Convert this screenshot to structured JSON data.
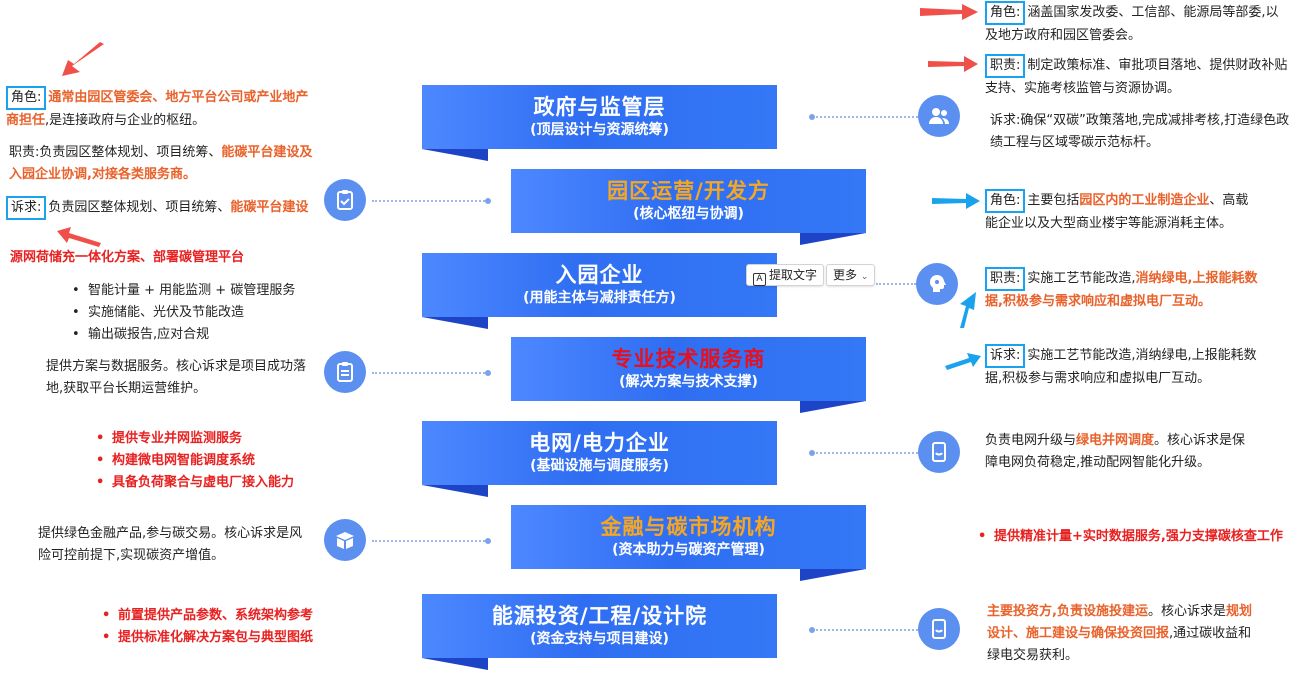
{
  "bands": [
    {
      "title": "政府与监管层",
      "sub": "(顶层设计与资源统筹)",
      "title_color": "#ffffff"
    },
    {
      "title": "园区运营/开发方",
      "sub": "(核心枢纽与协调)",
      "title_color": "#f5a623"
    },
    {
      "title": "入园企业",
      "sub": "(用能主体与减排责任方)",
      "title_color": "#ffffff"
    },
    {
      "title": "专业技术服务商",
      "sub": "(解决方案与技术支撑)",
      "title_color": "#e8101e"
    },
    {
      "title": "电网/电力企业",
      "sub": "(基础设施与调度服务)",
      "title_color": "#ffffff"
    },
    {
      "title": "金融与碳市场机构",
      "sub": "(资本助力与碳资产管理)",
      "title_color": "#f5a623"
    },
    {
      "title": "能源投资/工程/设计院",
      "sub": "(资金支持与项目建设)",
      "title_color": "#ffffff"
    }
  ],
  "left": {
    "park": {
      "role_tag": "角色:",
      "role_hl": "通常由园区管委会、地方平台公司或产业地产商担任",
      "role_rest": ",是连接政府与企业的枢纽。",
      "duty_label": "职责:",
      "duty_text": "负责园区整体规划、项目统筹、",
      "duty_hl": "能碳平台建设及入园企业协调,对接各类服务商。",
      "appeal_tag": "诉求:",
      "appeal_text": "负责园区整体规划、项目统筹、",
      "appeal_hl": "能碳平台建设"
    },
    "red_line": "源网荷储充一体化方案、部署碳管理平台",
    "bullets": [
      "智能计量 + 用能监测 + 碳管理服务",
      "实施储能、光伏及节能改造",
      "输出碳报告,应对合规"
    ],
    "tech_text": "提供方案与数据服务。核心诉求是项目成功落地,获取平台长期运营维护。",
    "grid_bullets": [
      "提供专业并网监测服务",
      "构建微电网智能调度系统",
      "具备负荷聚合与虚电厂接入能力"
    ],
    "finance_text": "提供绿色金融产品,参与碳交易。核心诉求是风险可控前提下,实现碳资产增值。",
    "invest_bullets": [
      "前置提供产品参数、系统架构参考",
      "提供标准化解决方案包与典型图纸"
    ]
  },
  "right": {
    "gov": {
      "role_tag": "角色:",
      "role_text": "涵盖国家发改委、工信部、能源局等部委,以及地方政府和园区管委会。",
      "duty_tag": "职责:",
      "duty_text": "制定政策标准、审批项目落地、提供财政补贴支持、实施考核监管与资源协调。",
      "appeal_label": "诉求:",
      "appeal_text": "确保“双碳”政策落地,完成减排考核,打造绿色政绩工程与区域零碳示范标杆。"
    },
    "ent": {
      "role_tag": "角色:",
      "role_text": "主要包括",
      "role_hl": "园区内的工业制造企业",
      "role_rest": "、高载能企业以及大型商业楼宇等能源消耗主体。",
      "duty_tag": "职责:",
      "duty_text": "实施工艺节能改造,",
      "duty_hl": "消纳绿电,上报能耗数据,积极参与需求响应和虚拟电厂互动。",
      "appeal_tag": "诉求:",
      "appeal_text": "实施工艺节能改造,消纳绿电,上报能耗数据,积极参与需求响应和虚拟电厂互动。"
    },
    "grid": {
      "text1": "负责电网升级与",
      "hl": "绿电并网调度",
      "text2": "。核心诉求是保障电网负荷稳定,推动配网智能化升级。"
    },
    "finance_bullet": "提供精准计量+实时数据服务,强力支撑碳核查工作",
    "invest": {
      "hl1": "主要投资方,负责设施投建运",
      "t1": "。核心诉求是",
      "hl2": "规划设计、施工建设与确保投资回报",
      "t2": ",通过碳收益和绿电交易获利。"
    }
  },
  "toolbar": {
    "extract": "提取文字",
    "more": "更多"
  },
  "icons": [
    "people-icon",
    "clipboard-check-icon",
    "lightbulb-head-icon",
    "clipboard-list-icon",
    "tablet-icon",
    "box-icon",
    "tablet-icon"
  ]
}
